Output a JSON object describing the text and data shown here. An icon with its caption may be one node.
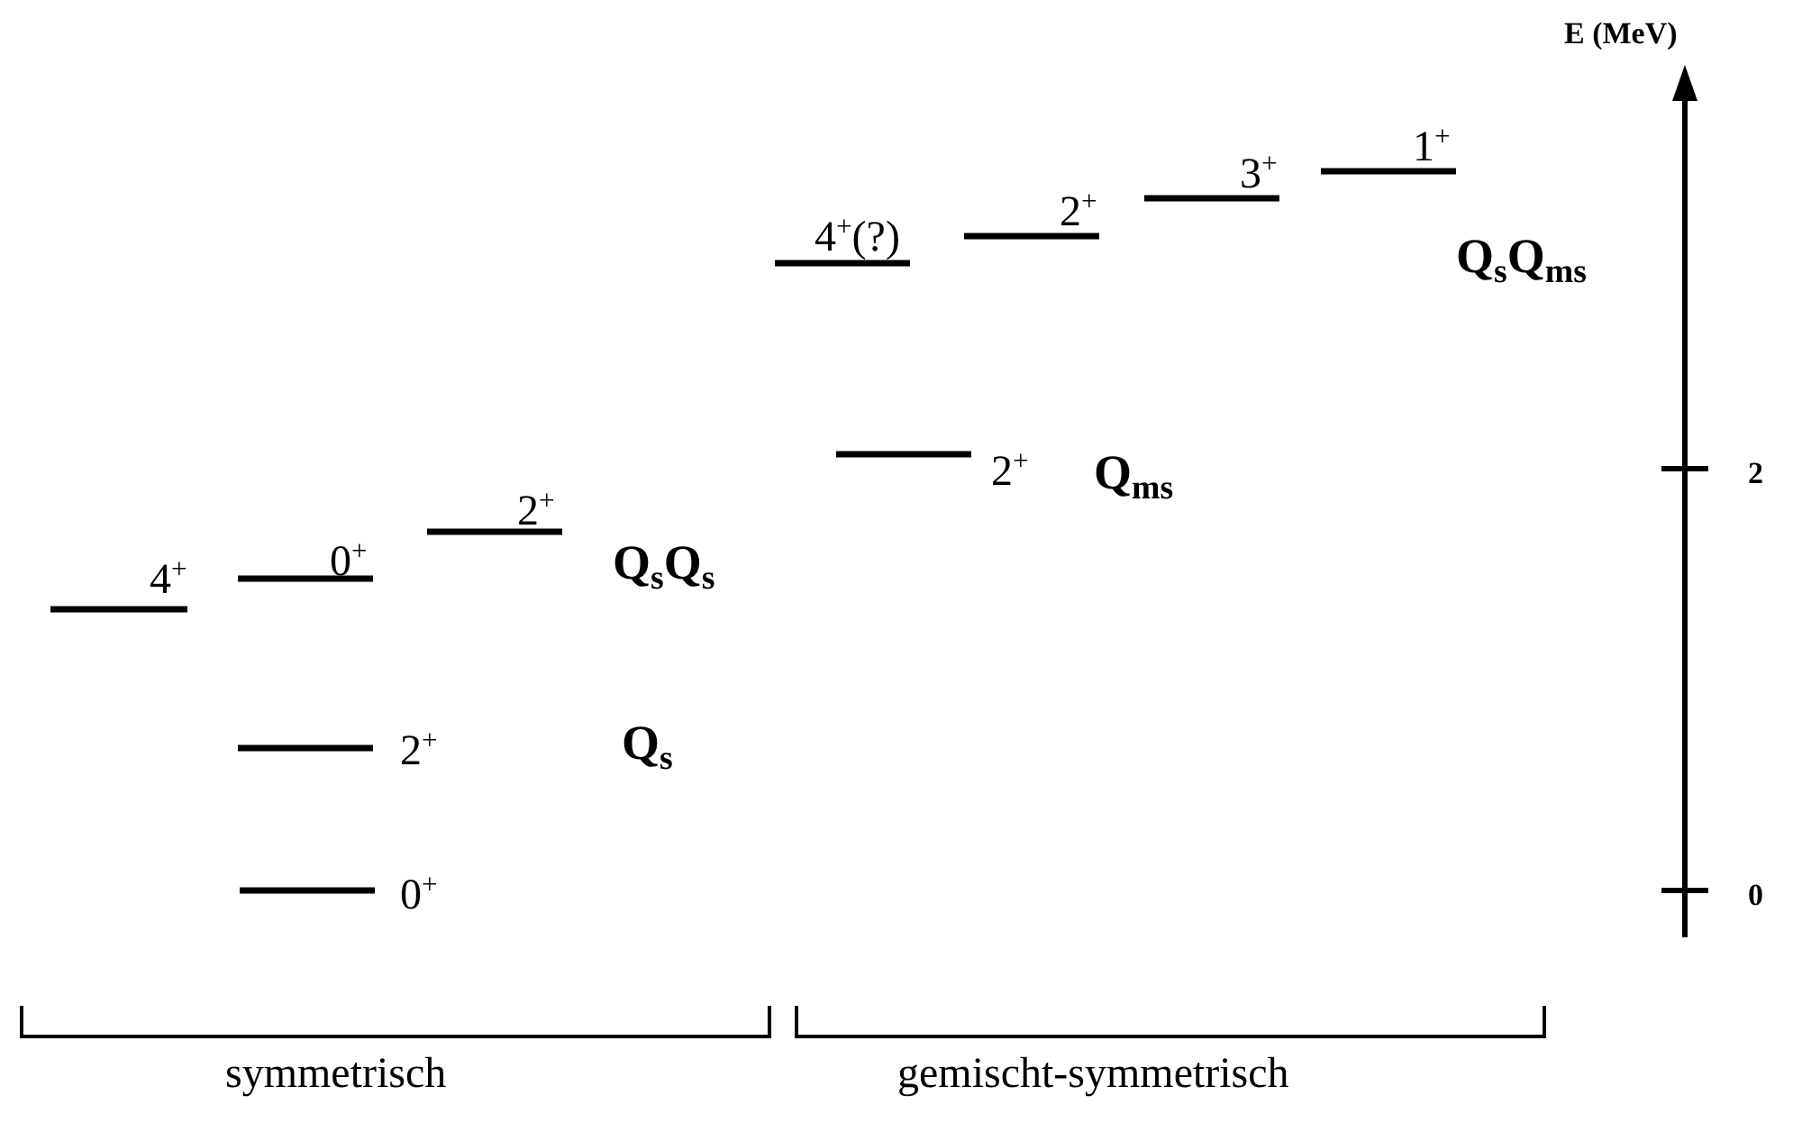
{
  "diagram": {
    "labels": [
      "E (MeV)",
      "1$^{+}$",
      "3$^{+}$",
      "2$^{+}$",
      "4$^{+}$(?)",
      "Q$_{s}$Q$_{ms}$",
      "2$^{+}$",
      "Q$_{ms}$",
      "2",
      "2$^{+}$",
      "0$^{+}$",
      "4$^{+}$",
      "Q$_{s}$Q$_{s}$",
      "2$^{+}$",
      "Q$_{s}$",
      "0$^{+}$",
      "0",
      "symmetrisch",
      "gemischt-symmetrisch"
    ]
  }
}
